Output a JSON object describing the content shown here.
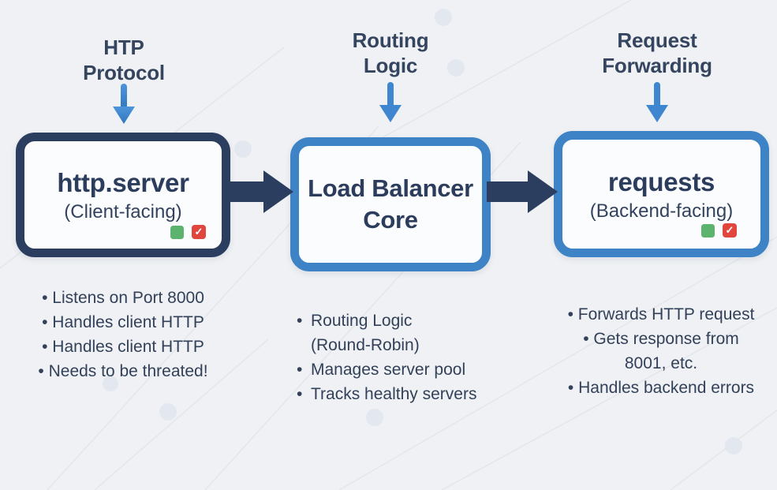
{
  "colors": {
    "background": "#eff1f4",
    "card": "#fbfcfd",
    "navy": "#2c3e5f",
    "blue": "#3d83c6",
    "arrow_blue": "#3e86cf",
    "green": "#5cb36e",
    "red": "#e0453e",
    "text": "#324159",
    "pattern": "#e3e6ec"
  },
  "labels": {
    "col1": "HTP\nProtocol",
    "col2": "Routing\nLogic",
    "col3": "Request\nForwarding"
  },
  "boxes": {
    "http_server": {
      "title": "http.server",
      "subtitle": "(Client-facing)"
    },
    "load_balancer": {
      "title": "Load Balancer\nCore",
      "subtitle": ""
    },
    "requests": {
      "title": "requests",
      "subtitle": "(Backend-facing)"
    }
  },
  "icons": {
    "check_glyph": "✓"
  },
  "lists": {
    "left": {
      "items": [
        "Listens on Port 8000",
        "Handles client HTTP",
        "Handles client HTTP",
        "Needs to be threated!"
      ]
    },
    "middle": {
      "items": [
        "Routing Logic\n(Round-Robin)",
        "Manages server pool",
        "Tracks healthy servers"
      ]
    },
    "right": {
      "items": [
        "Forwards HTTP request",
        "Gets response from\n8001, etc.",
        "Handles backend errors"
      ]
    }
  }
}
